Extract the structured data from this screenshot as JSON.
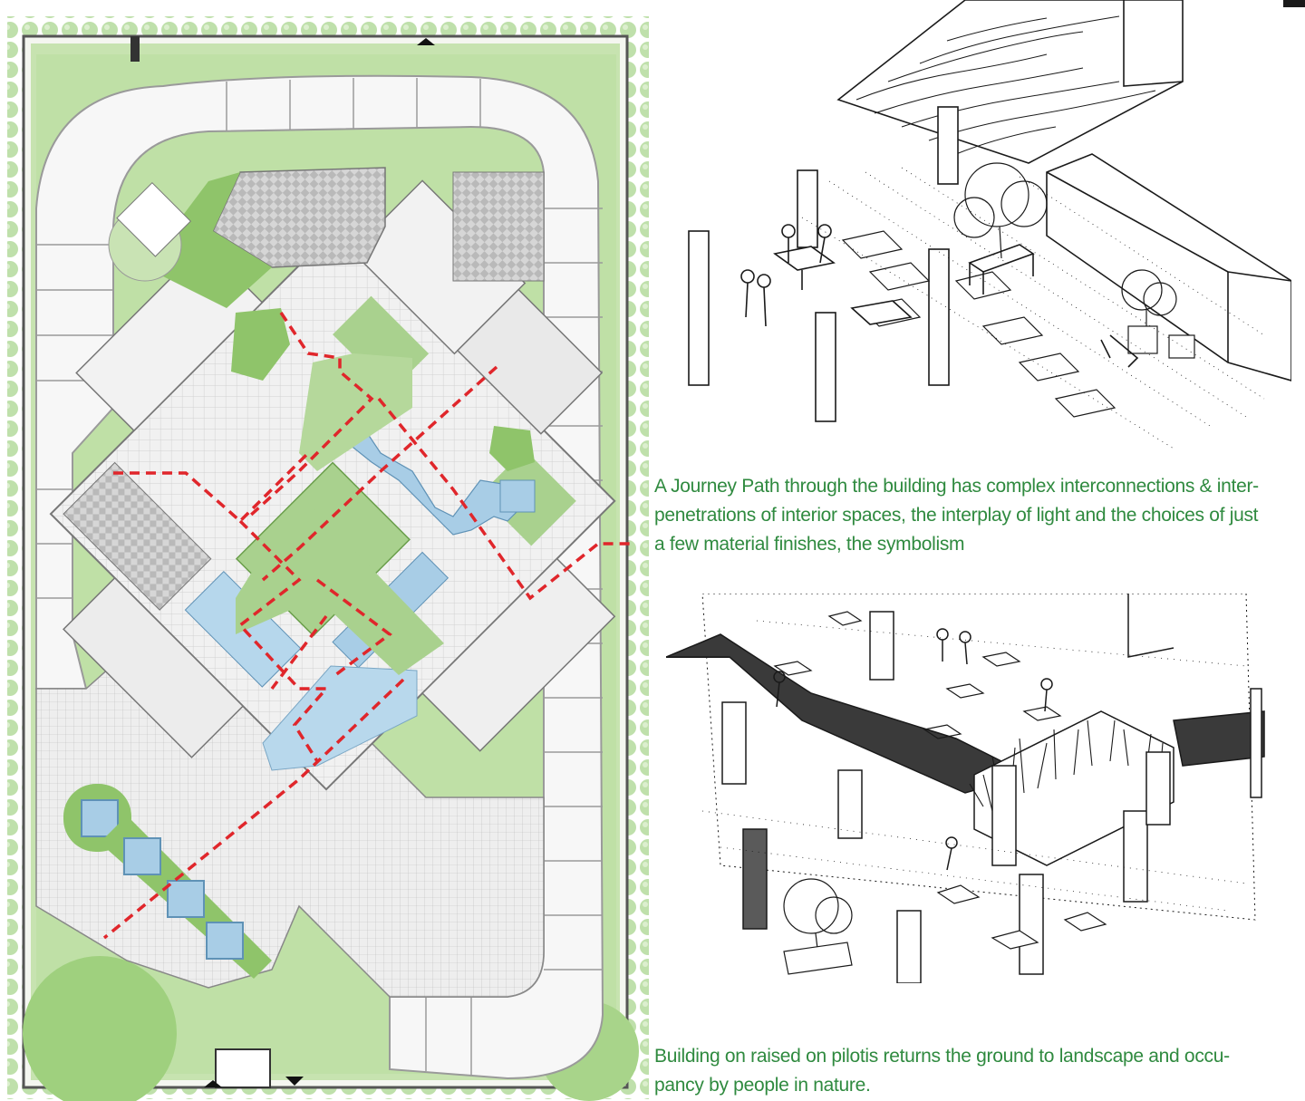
{
  "captions": {
    "journey_line1": "A Journey Path through the building has complex interconnections & inter-",
    "journey_line2": "penetrations of interior spaces, the interplay of light and the choices of just",
    "journey_line3": "a few material finishes, the symbolism",
    "pilotis_line1": "Building on raised on pilotis returns the ground to landscape and occu-",
    "pilotis_line2": "pancy by people in nature."
  },
  "colors": {
    "caption_text": "#2f8a3f",
    "lawn_green": "#a9d18e",
    "dark_green": "#7db85a",
    "water_blue": "#a8cde6",
    "journey_path_red": "#e0262b",
    "paving_grey": "#d9d9d9",
    "sketch_ink": "#1a1a1a"
  }
}
